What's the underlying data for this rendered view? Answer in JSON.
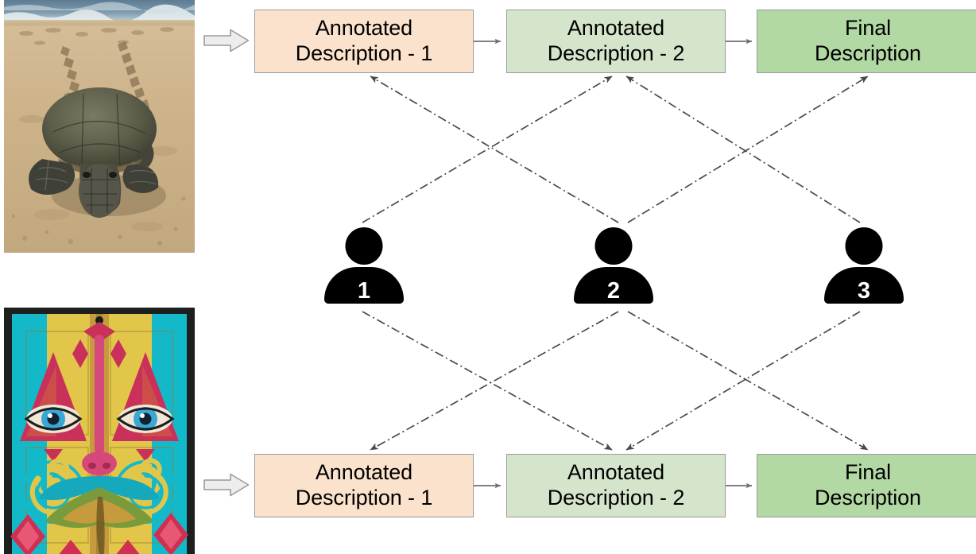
{
  "diagram": {
    "title": "Multi-annotator iterative image description refinement pipeline",
    "colors": {
      "stage1_fill": "#FBE2CC",
      "stage2_fill": "#D5E5CC",
      "stage3_fill": "#B2D8A4",
      "box_border": "#9a9a9a",
      "connector": "#707070",
      "dashed_link": "#5a5a5a",
      "person": "#000000",
      "person_number": "#ffffff",
      "block_arrow_fill": "#EDEDED",
      "block_arrow_stroke": "#9a9a9a",
      "background": "#ffffff"
    },
    "rows": [
      {
        "row_id": "row-turtle",
        "photo": {
          "name": "sea-turtle-beach-photo",
          "alt": "Sea turtle on sandy beach with flipper tracks leading to the ocean"
        },
        "input_arrow": "block-arrow-right",
        "stages": [
          {
            "id": "r1-stage-1",
            "line1": "Annotated",
            "line2": "Description - 1",
            "fill_key": "stage1_fill"
          },
          {
            "id": "r1-stage-2",
            "line1": "Annotated",
            "line2": "Description - 2",
            "fill_key": "stage2_fill"
          },
          {
            "id": "r1-stage-3",
            "line1": "Final",
            "line2": "Description",
            "fill_key": "stage3_fill"
          }
        ]
      },
      {
        "row_id": "row-graffiti",
        "photo": {
          "name": "graffiti-door-photo",
          "alt": "Colorful street-art face painted on a wooden door"
        },
        "input_arrow": "block-arrow-right",
        "stages": [
          {
            "id": "r2-stage-1",
            "line1": "Annotated",
            "line2": "Description - 1",
            "fill_key": "stage1_fill"
          },
          {
            "id": "r2-stage-2",
            "line1": "Annotated",
            "line2": "Description - 2",
            "fill_key": "stage2_fill"
          },
          {
            "id": "r2-stage-3",
            "line1": "Final",
            "line2": "Description",
            "fill_key": "stage3_fill"
          }
        ]
      }
    ],
    "annotators": [
      {
        "id": "annotator-1",
        "label": "1"
      },
      {
        "id": "annotator-2",
        "label": "2"
      },
      {
        "id": "annotator-3",
        "label": "3"
      }
    ],
    "links": {
      "style": "dash-dot",
      "top_row": [
        {
          "from": "annotator-1",
          "to": "r1-stage-2"
        },
        {
          "from": "annotator-2",
          "to": "r1-stage-1"
        },
        {
          "from": "annotator-2",
          "to": "r1-stage-3"
        },
        {
          "from": "annotator-3",
          "to": "r1-stage-2"
        }
      ],
      "bottom_row": [
        {
          "from": "annotator-1",
          "to": "r2-stage-2"
        },
        {
          "from": "annotator-2",
          "to": "r2-stage-1"
        },
        {
          "from": "annotator-2",
          "to": "r2-stage-3"
        },
        {
          "from": "annotator-3",
          "to": "r2-stage-2"
        }
      ]
    }
  }
}
